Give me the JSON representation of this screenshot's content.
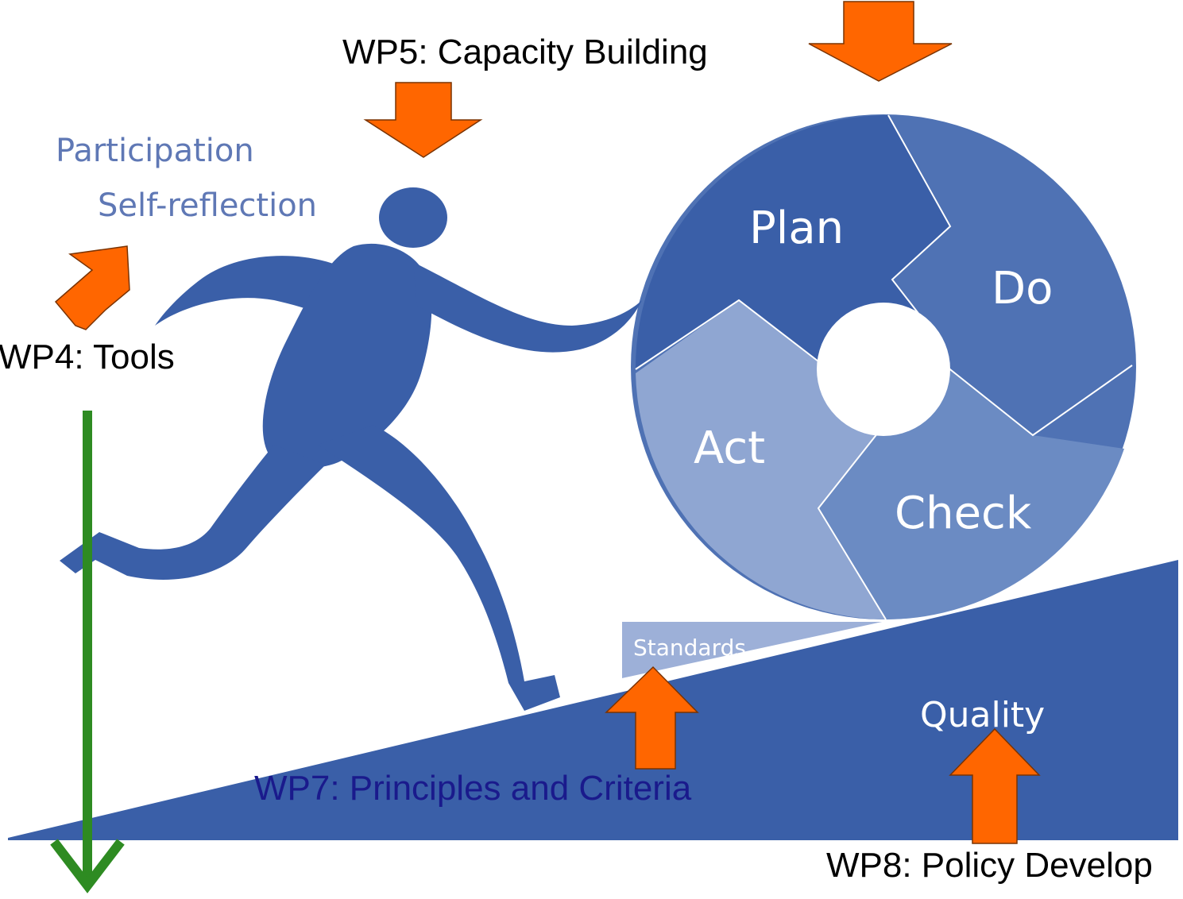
{
  "labels": {
    "participation": "Participation",
    "self_reflection": "Self-reflection",
    "plan": "Plan",
    "do": "Do",
    "act": "Act",
    "check": "Check",
    "standards": "Standards",
    "quality": "Quality"
  },
  "annotations": {
    "wp4": "WP4: Tools",
    "wp5": "WP5: Capacity Building",
    "wp7": "WP7: Principles and Criteria",
    "wp8": "WP8: Policy Develop"
  },
  "colors": {
    "figure_blue": "#3a5fa8",
    "plan_blue": "#3a5fa8",
    "do_blue": "#4f72b4",
    "check_blue": "#6b8bc3",
    "act_blue": "#8fa6d2",
    "standards_blue": "#9db0d8",
    "arrow_orange": "#ff6600",
    "arrow_green": "#2e8b22",
    "light_text": "#5f78b5",
    "wp7_text": "#1a1a8c",
    "black_text": "#000000"
  }
}
